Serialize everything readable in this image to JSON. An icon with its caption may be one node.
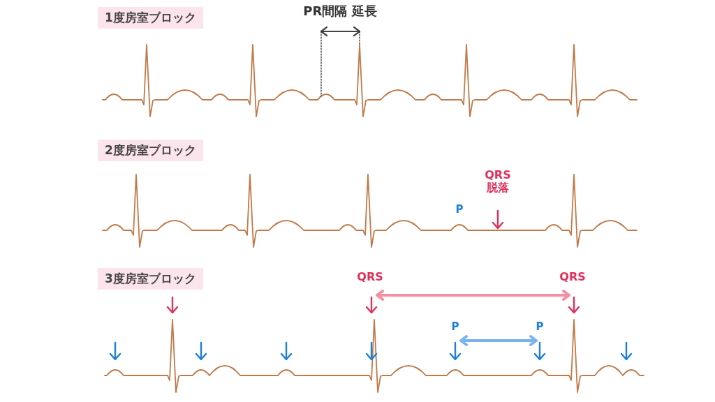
{
  "diagram": {
    "nodes": [
      {
        "text": [
          "1度房室ブロック"
        ]
      },
      {
        "text": [
          "2度房室ブロック"
        ]
      },
      {
        "text": [
          "3度房室ブロック"
        ]
      }
    ],
    "labels": [
      "PR間隔 延長",
      "P",
      "QRS脱落",
      "QRS",
      "QRS",
      "P",
      "P"
    ]
  }
}
